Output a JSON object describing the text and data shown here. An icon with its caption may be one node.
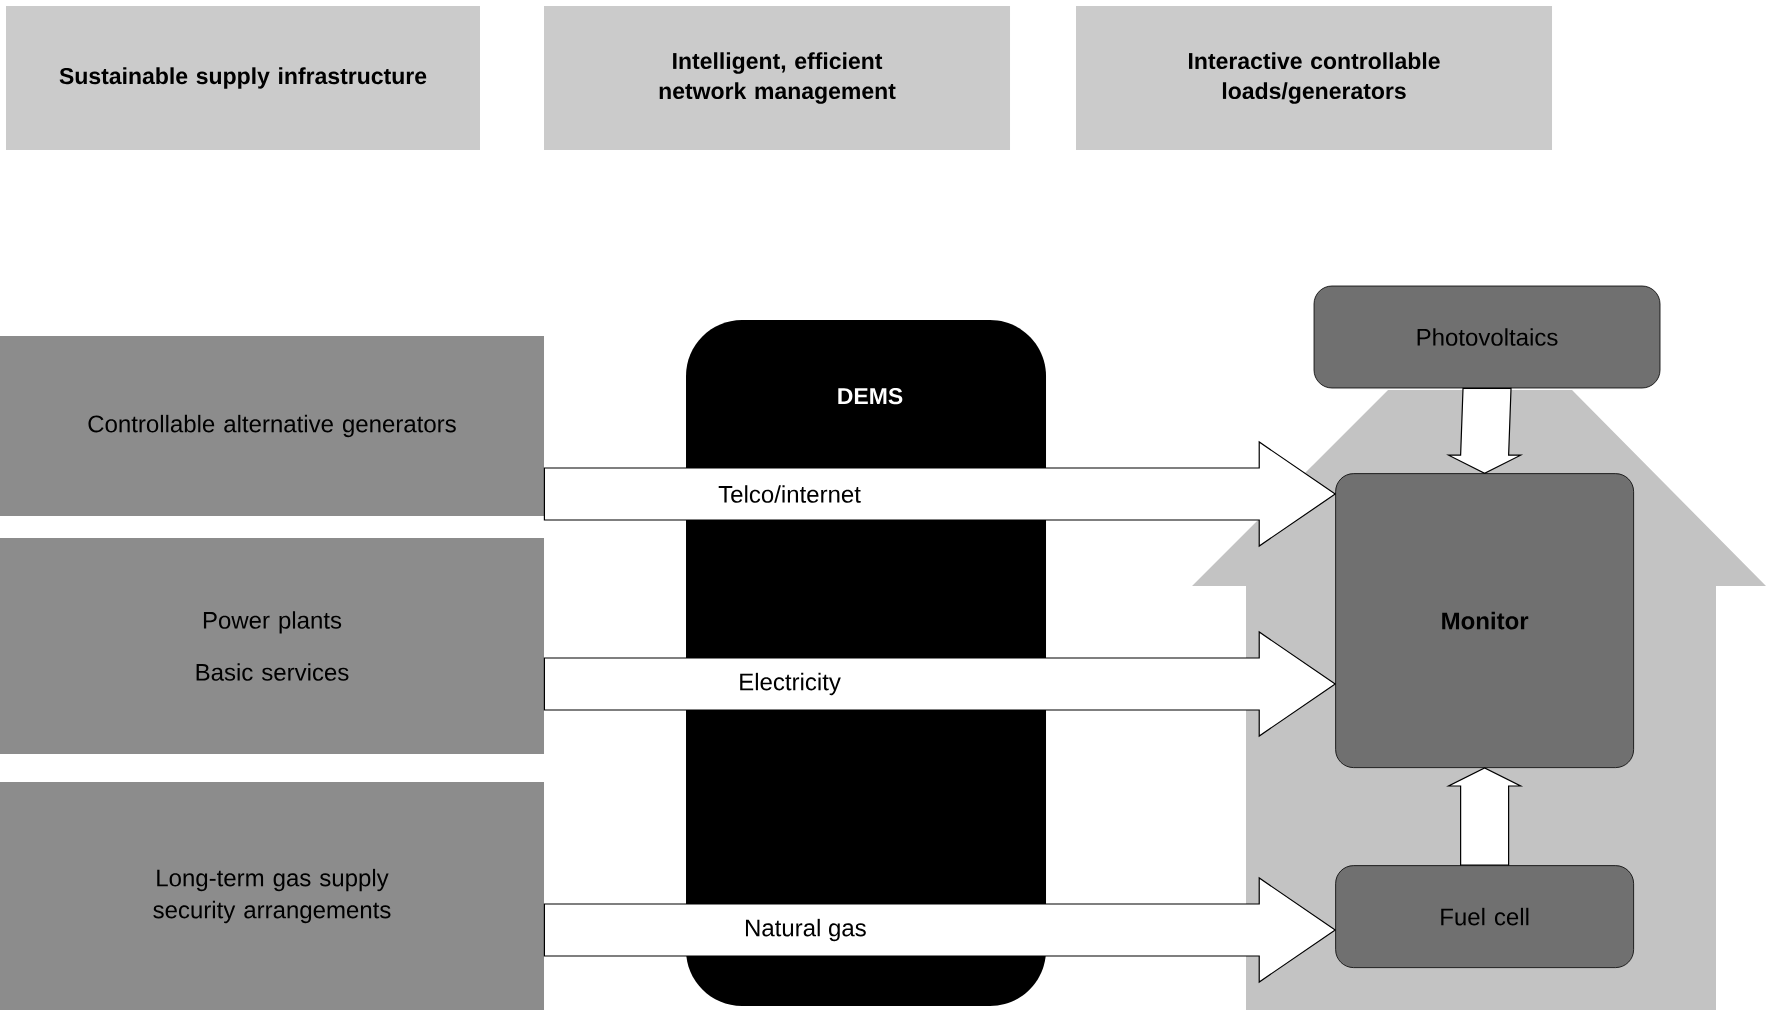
{
  "diagram": {
    "nodes": [
      {
        "text": [
          "Sustainable supply infrastructure"
        ]
      },
      {
        "text": [
          "Intelligent, efficient network management"
        ]
      },
      {
        "text": [
          "Interactive controllable loads/generators"
        ]
      },
      {
        "text": [
          "Controllable alternative generators"
        ]
      },
      {
        "text": [
          "DEMS"
        ]
      },
      {
        "text": [
          "Photovoltaics"
        ]
      },
      {
        "text": [],
        "shape": "house"
      },
      {
        "text": [
          "Monitor"
        ],
        "in": 6
      },
      {
        "text": [
          "Power plants",
          "Basic services"
        ]
      },
      {
        "text": [
          "Long-term gas supply security arrangements"
        ]
      },
      {
        "text": [
          "Fuel cell"
        ],
        "in": 6
      }
    ],
    "edges": [
      {
        "from": 3,
        "to": 7,
        "arrow": "to",
        "label": "Telco/internet"
      },
      {
        "from": 8,
        "to": 7,
        "arrow": "to",
        "label": "Electricity"
      },
      {
        "from": 9,
        "to": 10,
        "arrow": "to",
        "label": "Natural gas"
      },
      {
        "from": 5,
        "to": 7,
        "arrow": "to"
      },
      {
        "from": 10,
        "to": 7,
        "arrow": "to"
      }
    ]
  }
}
